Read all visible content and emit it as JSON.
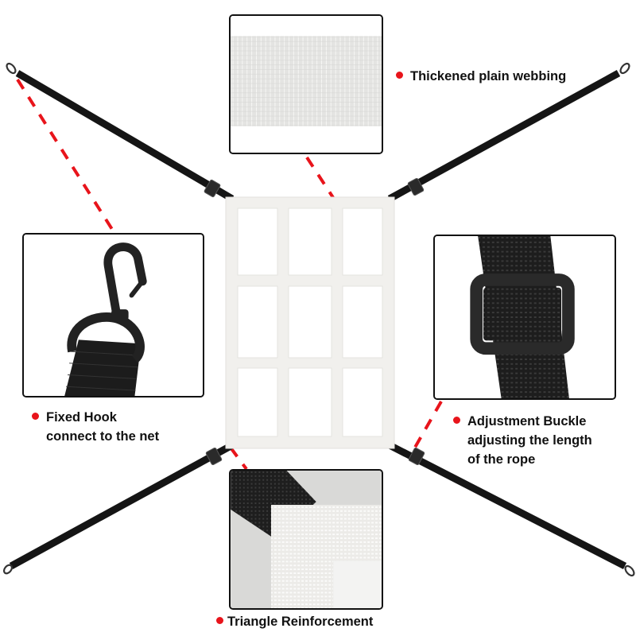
{
  "product": {
    "description": "Product feature diagram of a white webbing cargo net with four black adjustable straps",
    "colors": {
      "background": "#ffffff",
      "strap": "#1a1a1a",
      "net": "#f2f1ee",
      "callout_dot": "#e8141b",
      "leader_line": "#e8141b",
      "panel_border": "#111111",
      "text": "#111111"
    },
    "net": {
      "rows": 3,
      "columns": 3
    }
  },
  "callouts": {
    "webbing": {
      "title": "Thickened plain webbing",
      "icon": "webbing-closeup"
    },
    "hook": {
      "title": "Fixed Hook",
      "subtitle": "connect to the net",
      "icon": "snap-hook-closeup"
    },
    "buckle": {
      "title": "Adjustment Buckle",
      "subtitle_line1": "adjusting the length",
      "subtitle_line2": "of the rope",
      "icon": "slide-buckle-closeup"
    },
    "reinforcement": {
      "title": "Triangle Reinforcement",
      "icon": "corner-reinforcement-closeup"
    }
  }
}
